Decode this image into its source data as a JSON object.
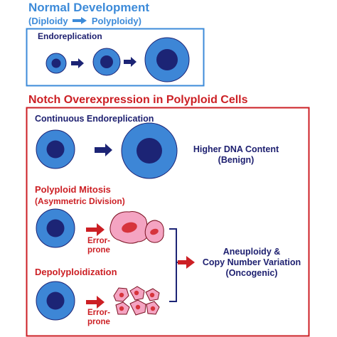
{
  "normal": {
    "title": "Normal Development",
    "subtitle_left": "(Diploidy",
    "subtitle_right": "Polyploidy)",
    "box_label": "Endoreplication"
  },
  "notch": {
    "title": "Notch Overexpression in Polyploid Cells",
    "continuous_label": "Continuous Endoreplication",
    "higher_dna_line1": "Higher DNA Content",
    "higher_dna_line2": "(Benign)",
    "mitosis_line1": "Polyploid Mitosis",
    "mitosis_line2": "(Asymmetric Division)",
    "error_line1": "Error-",
    "error_line2": "prone",
    "depoly_label": "Depolyploidization",
    "error2_line1": "Error-",
    "error2_line2": "prone",
    "outcome_line1": "Aneuploidy &",
    "outcome_line2": "Copy Number Variation",
    "outcome_line3": "(Oncogenic)"
  },
  "colors": {
    "blue_title": "#3d8bd9",
    "red": "#cc1f24",
    "navy": "#1e2070",
    "cell_fill": "#3d86d6",
    "nucleus_fill": "#1c2475",
    "pink_fill": "#f4a4c2",
    "pink_nucleus": "#d6343c"
  }
}
